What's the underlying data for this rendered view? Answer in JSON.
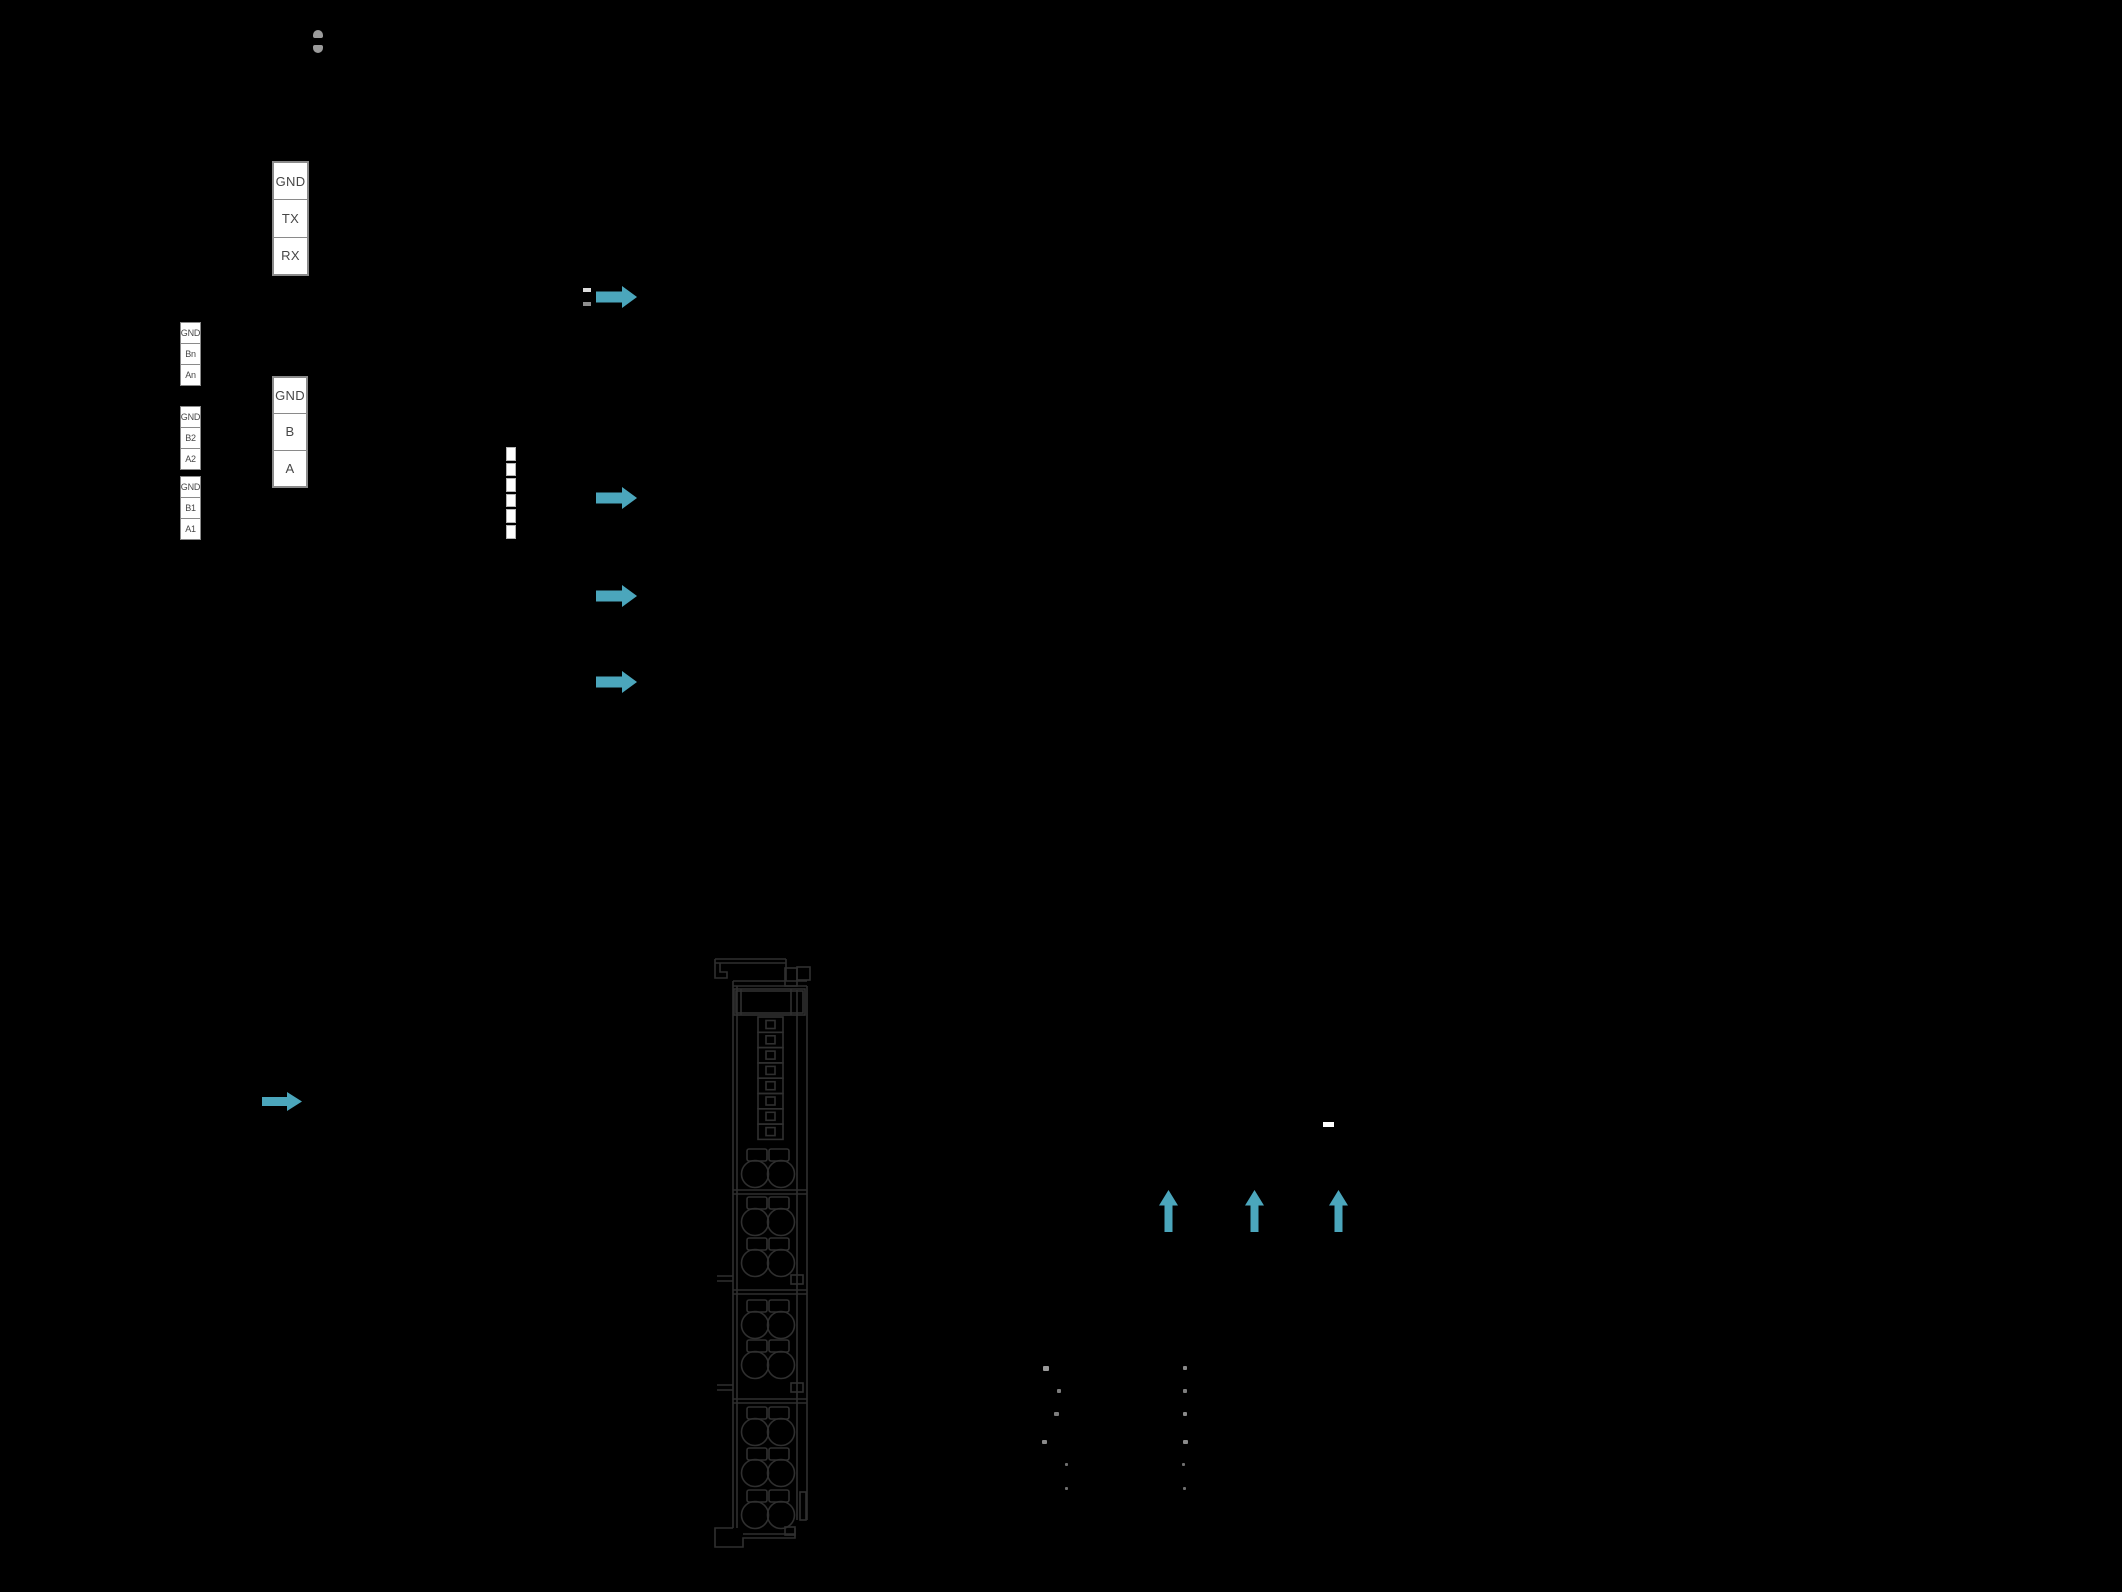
{
  "diagram": {
    "background": "#000000",
    "accent_color": "#4BA6BC",
    "drawing_line_color": "#2f2f2f",
    "box_border_color": "#8a8a8a",
    "box_fill_color": "#ffffff",
    "pin_text_color": "#474747"
  },
  "pin_boxes": {
    "serial_rs232": {
      "pins": [
        "GND",
        "TX",
        "RX"
      ]
    },
    "serial_rs485": {
      "pins": [
        "GND",
        "B",
        "A"
      ]
    },
    "bus_devices": [
      {
        "pins": [
          "GND",
          "Bn",
          "An"
        ]
      },
      {
        "pins": [
          "GND",
          "B2",
          "A2"
        ]
      },
      {
        "pins": [
          "GND",
          "B1",
          "A1"
        ]
      }
    ]
  },
  "switch_block": {
    "segment_count": 6
  },
  "arrows": {
    "right_flow_count": 4,
    "up_flow_count": 3,
    "small_right_flow_count": 1
  }
}
